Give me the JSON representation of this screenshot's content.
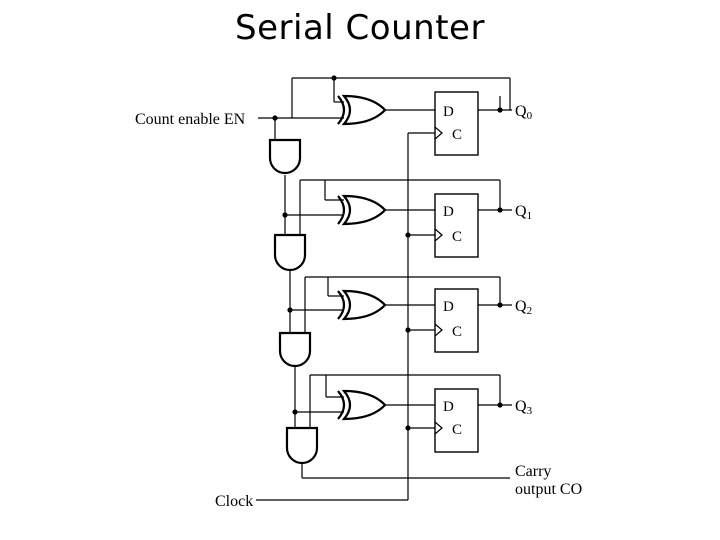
{
  "title": "Serial Counter",
  "labels": {
    "count_enable": "Count enable EN",
    "clock": "Clock",
    "carry_line1": "Carry",
    "carry_line2": "output CO"
  },
  "flipflop": {
    "d_label": "D",
    "c_label": "C"
  },
  "outputs": [
    {
      "name": "Q",
      "sub": "0"
    },
    {
      "name": "Q",
      "sub": "1"
    },
    {
      "name": "Q",
      "sub": "2"
    },
    {
      "name": "Q",
      "sub": "3"
    }
  ]
}
